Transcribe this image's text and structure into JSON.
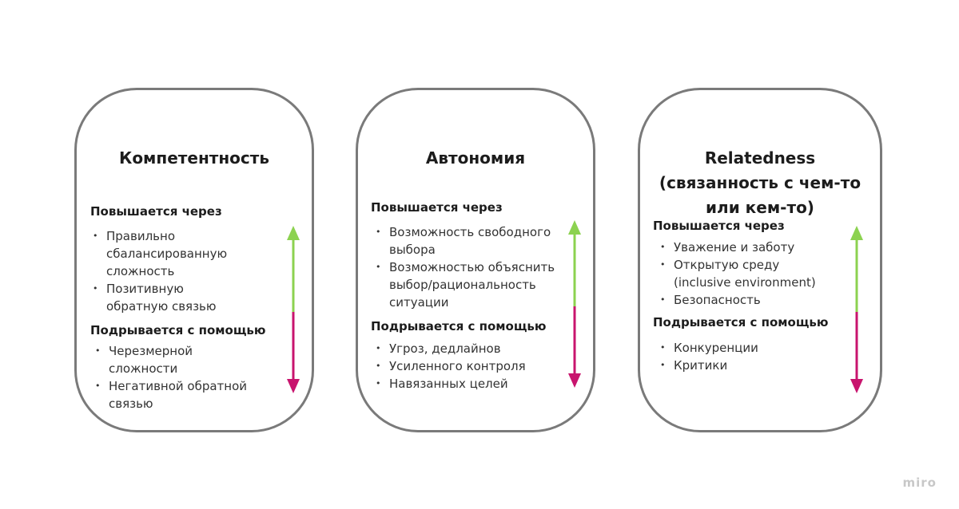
{
  "cards": [
    {
      "title": "Компетентность",
      "increase_label": "Повышается через",
      "increase_items": [
        "Правильно сбалансированную сложность",
        "Позитивную обратную связью"
      ],
      "decrease_label": "Подрывается с помощью",
      "decrease_items": [
        "Черезмерной сложности",
        "Негативной обратной связью"
      ]
    },
    {
      "title": "Автономия",
      "increase_label": "Повышается через",
      "increase_items": [
        "Возможность свободного выбора",
        "Возможностью объяснить выбор/рациональность ситуации"
      ],
      "decrease_label": "Подрывается с помощью",
      "decrease_items": [
        "Угроз, дедлайнов",
        "Усиленного контроля",
        "Навязанных целей"
      ]
    },
    {
      "title": "Relatedness (связанность с чем-то или кем-то)",
      "increase_label": "Повышается через",
      "increase_items": [
        "Уважение и заботу",
        "Открытую среду (inclusive environment)",
        "Безопасность"
      ],
      "decrease_label": "Подрывается с помощью",
      "decrease_items": [
        "Конкуренции",
        "Критики"
      ]
    }
  ],
  "colors": {
    "arrow_up": "#8cd250",
    "arrow_down": "#c8146e",
    "card_border": "#7a7a7a"
  },
  "watermark": "miro"
}
